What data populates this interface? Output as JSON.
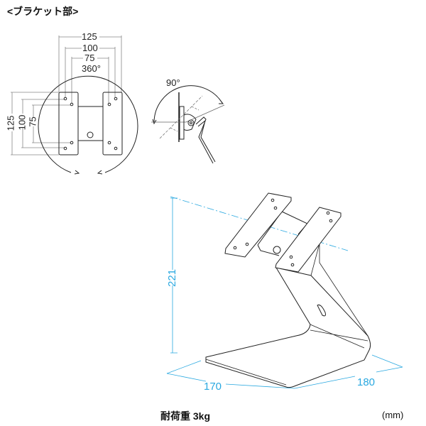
{
  "section_title": "<ブラケット部>",
  "bracket_dims": {
    "w125": "125",
    "w100": "100",
    "w75": "75",
    "rotation": "360°",
    "h125": "125",
    "h100": "100",
    "h75": "75"
  },
  "tilt": "90°",
  "stand_dims": {
    "height": "221",
    "width": "170",
    "depth": "180"
  },
  "load_capacity": "耐荷重 3kg",
  "unit": "(mm)",
  "colors": {
    "line": "#222222",
    "dimension": "#29a8e0"
  }
}
